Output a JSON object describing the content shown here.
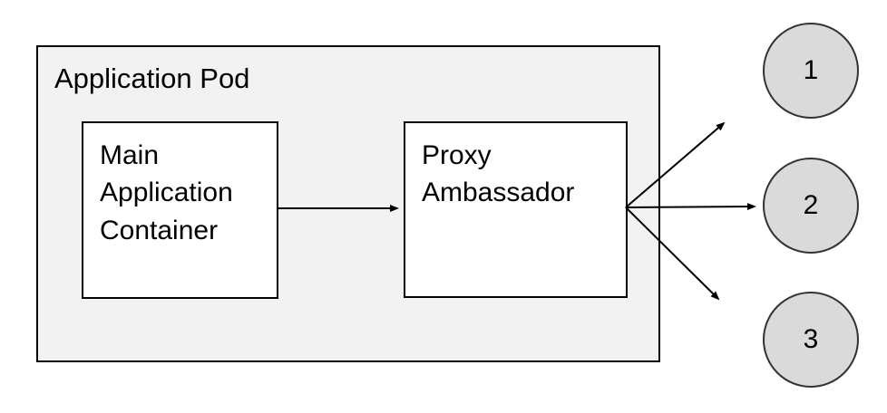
{
  "diagram": {
    "title": "Application Pod",
    "pod": {
      "label": "Application Pod"
    },
    "nodes": [
      {
        "id": "main-application-container",
        "label": "Main Application Container"
      },
      {
        "id": "proxy-ambassador",
        "label": "Proxy Ambassador"
      }
    ],
    "endpoints": [
      {
        "id": "endpoint-1",
        "label": "1"
      },
      {
        "id": "endpoint-2",
        "label": "2"
      },
      {
        "id": "endpoint-3",
        "label": "3"
      }
    ],
    "connections": [
      {
        "from": "main-application-container",
        "to": "proxy-ambassador"
      },
      {
        "from": "proxy-ambassador",
        "to": "endpoint-1"
      },
      {
        "from": "proxy-ambassador",
        "to": "endpoint-2"
      },
      {
        "from": "proxy-ambassador",
        "to": "endpoint-3"
      }
    ],
    "colors": {
      "pod_fill": "#f2f2f2",
      "node_fill": "#ffffff",
      "circle_fill": "#dadada",
      "circle_stroke": "#333333",
      "stroke": "#000000",
      "text": "#000000"
    }
  }
}
